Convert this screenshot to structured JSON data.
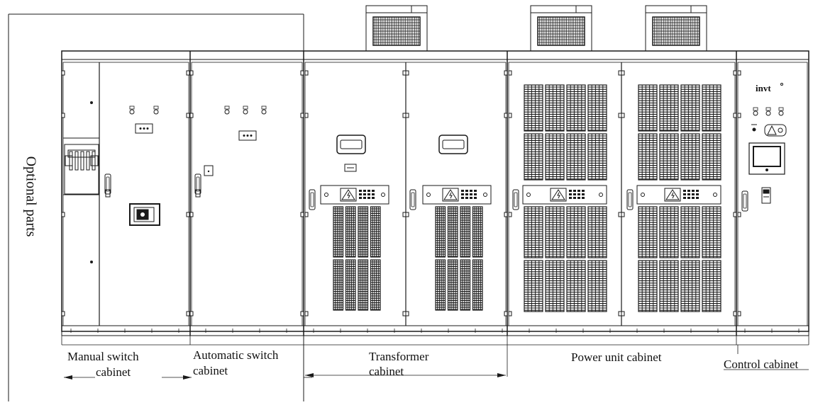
{
  "side_label": "Optional parts",
  "brand": "invt",
  "sections": [
    {
      "id": "manual",
      "line1": "Manual switch",
      "line2": "cabinet"
    },
    {
      "id": "automatic",
      "line1": "Automatic switch",
      "line2": "cabinet"
    },
    {
      "id": "transformer",
      "line1": "Transformer",
      "line2": "cabinet"
    },
    {
      "id": "power",
      "line1": "Power unit cabinet",
      "line2": ""
    },
    {
      "id": "control",
      "line1": "Control cabinet",
      "line2": ""
    }
  ],
  "colors": {
    "line": "#1a1a1a",
    "vent": "#1a1a1a",
    "background": "#ffffff"
  }
}
